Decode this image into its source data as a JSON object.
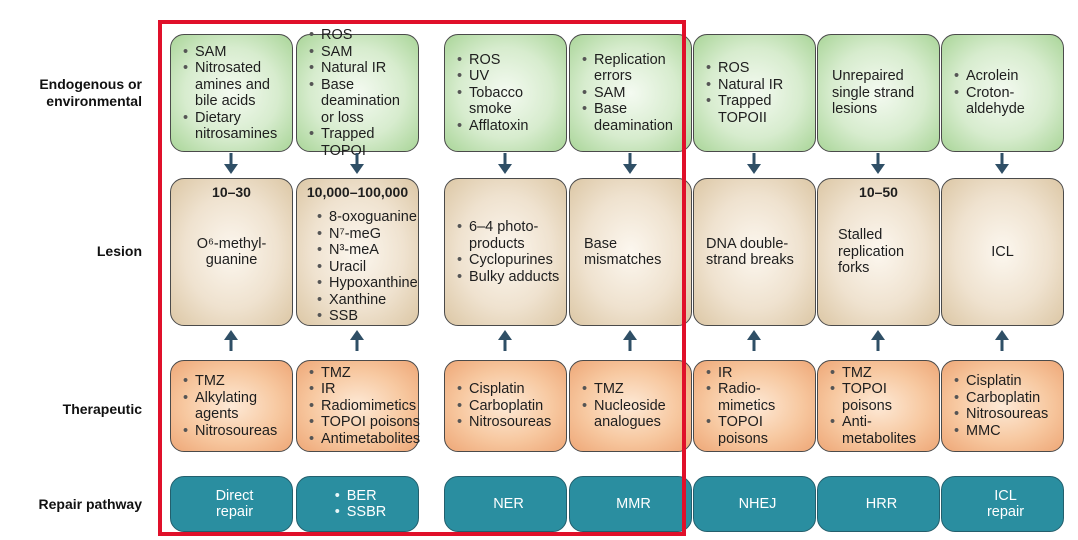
{
  "row_labels": {
    "endogenous": "Endogenous or environmental",
    "lesion": "Lesion",
    "therapeutic": "Therapeutic",
    "repair": "Repair pathway"
  },
  "columns": [
    {
      "endogenous": [
        "SAM",
        "Nitrosated amines and bile acids",
        "Dietary nitrosamines"
      ],
      "lesion_count": "10–30",
      "lesion_text": "O⁶-methyl-guanine",
      "lesion_items": [],
      "therapeutic": [
        "TMZ",
        "Alkylating agents",
        "Nitrosoureas"
      ],
      "repair": "Direct repair",
      "repair_items": []
    },
    {
      "endogenous": [
        "ROS",
        "SAM",
        "Natural IR",
        "Base deamination or loss",
        "Trapped TOPOI"
      ],
      "lesion_count": "10,000–100,000",
      "lesion_text": "",
      "lesion_items": [
        "8-oxoguanine",
        "N⁷-meG",
        "N³-meA",
        "Uracil",
        "Hypoxanthine",
        "Xanthine",
        "SSB"
      ],
      "therapeutic": [
        "TMZ",
        "IR",
        "Radiomimetics",
        "TOPOI poisons",
        "Antimetabolites"
      ],
      "repair": "",
      "repair_items": [
        "BER",
        "SSBR"
      ]
    },
    {
      "endogenous": [
        "ROS",
        "UV",
        "Tobacco smoke",
        "Afflatoxin"
      ],
      "lesion_count": "",
      "lesion_text": "",
      "lesion_items": [
        "6–4 photo-products",
        "Cyclopurines",
        "Bulky adducts"
      ],
      "therapeutic": [
        "Cisplatin",
        "Carboplatin",
        "Nitrosoureas"
      ],
      "repair": "NER",
      "repair_items": []
    },
    {
      "endogenous": [
        "Replication errors",
        "SAM",
        "Base deamination"
      ],
      "lesion_count": "",
      "lesion_text": "Base mismatches",
      "lesion_items": [],
      "therapeutic": [
        "TMZ",
        "Nucleoside analogues"
      ],
      "repair": "MMR",
      "repair_items": []
    },
    {
      "endogenous": [
        "ROS",
        "Natural IR",
        "Trapped TOPOII"
      ],
      "lesion_count": "",
      "lesion_text": "DNA double-strand breaks",
      "lesion_items": [],
      "therapeutic": [
        "IR",
        "Radio-mimetics",
        "TOPOI poisons"
      ],
      "repair": "NHEJ",
      "repair_items": []
    },
    {
      "endogenous_text": "Unrepaired single strand lesions",
      "endogenous": [],
      "lesion_count": "10–50",
      "lesion_text": "Stalled replication forks",
      "lesion_items": [],
      "therapeutic": [
        "TMZ",
        "TOPOI poisons",
        "Anti-metabolites"
      ],
      "repair": "HRR",
      "repair_items": []
    },
    {
      "endogenous": [
        "Acrolein",
        "Croton-aldehyde"
      ],
      "lesion_count": "",
      "lesion_text": "ICL",
      "lesion_items": [],
      "therapeutic": [
        "Cisplatin",
        "Carboplatin",
        "Nitrosoureas",
        "MMC"
      ],
      "repair": "ICL repair",
      "repair_items": []
    }
  ],
  "colors": {
    "highlight": "#e0102a",
    "endogenous": "#a9d598",
    "lesion": "#dcc7a5",
    "therapeutic": "#eea777",
    "repair": "#2a8ea0",
    "arrow": "#2f4f66"
  }
}
